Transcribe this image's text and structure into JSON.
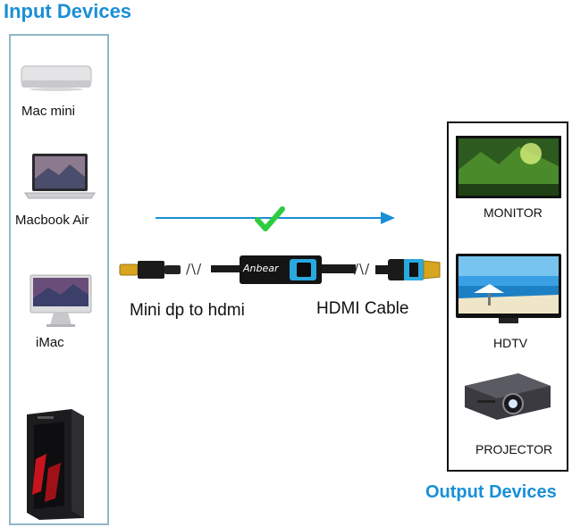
{
  "titles": {
    "input": "Input Devices",
    "output": "Output Devices"
  },
  "input_devices": [
    {
      "label": "Mac mini",
      "icon": "mac-mini-icon"
    },
    {
      "label": "Macbook Air",
      "icon": "macbook-air-icon"
    },
    {
      "label": "iMac",
      "icon": "imac-icon"
    },
    {
      "label": "",
      "icon": "desktop-tower-icon"
    }
  ],
  "output_devices": [
    {
      "label": "MONITOR",
      "icon": "monitor-icon"
    },
    {
      "label": "HDTV",
      "icon": "hdtv-icon"
    },
    {
      "label": "PROJECTOR",
      "icon": "projector-icon"
    }
  ],
  "cable": {
    "left_label": "Mini dp to hdmi",
    "right_label": "HDMI Cable",
    "brand": "Anbear",
    "slash_mark": "/\\/",
    "check_icon": "checkmark-icon",
    "arrow_icon": "arrow-right-icon"
  },
  "colors": {
    "title_blue": "#1a8fd6",
    "input_border": "#8fb8c8",
    "output_border": "#111111",
    "arrow": "#1a8fd6",
    "check": "#2ecc40",
    "connector_blue": "#2aa8e0",
    "gold": "#d9a520"
  }
}
